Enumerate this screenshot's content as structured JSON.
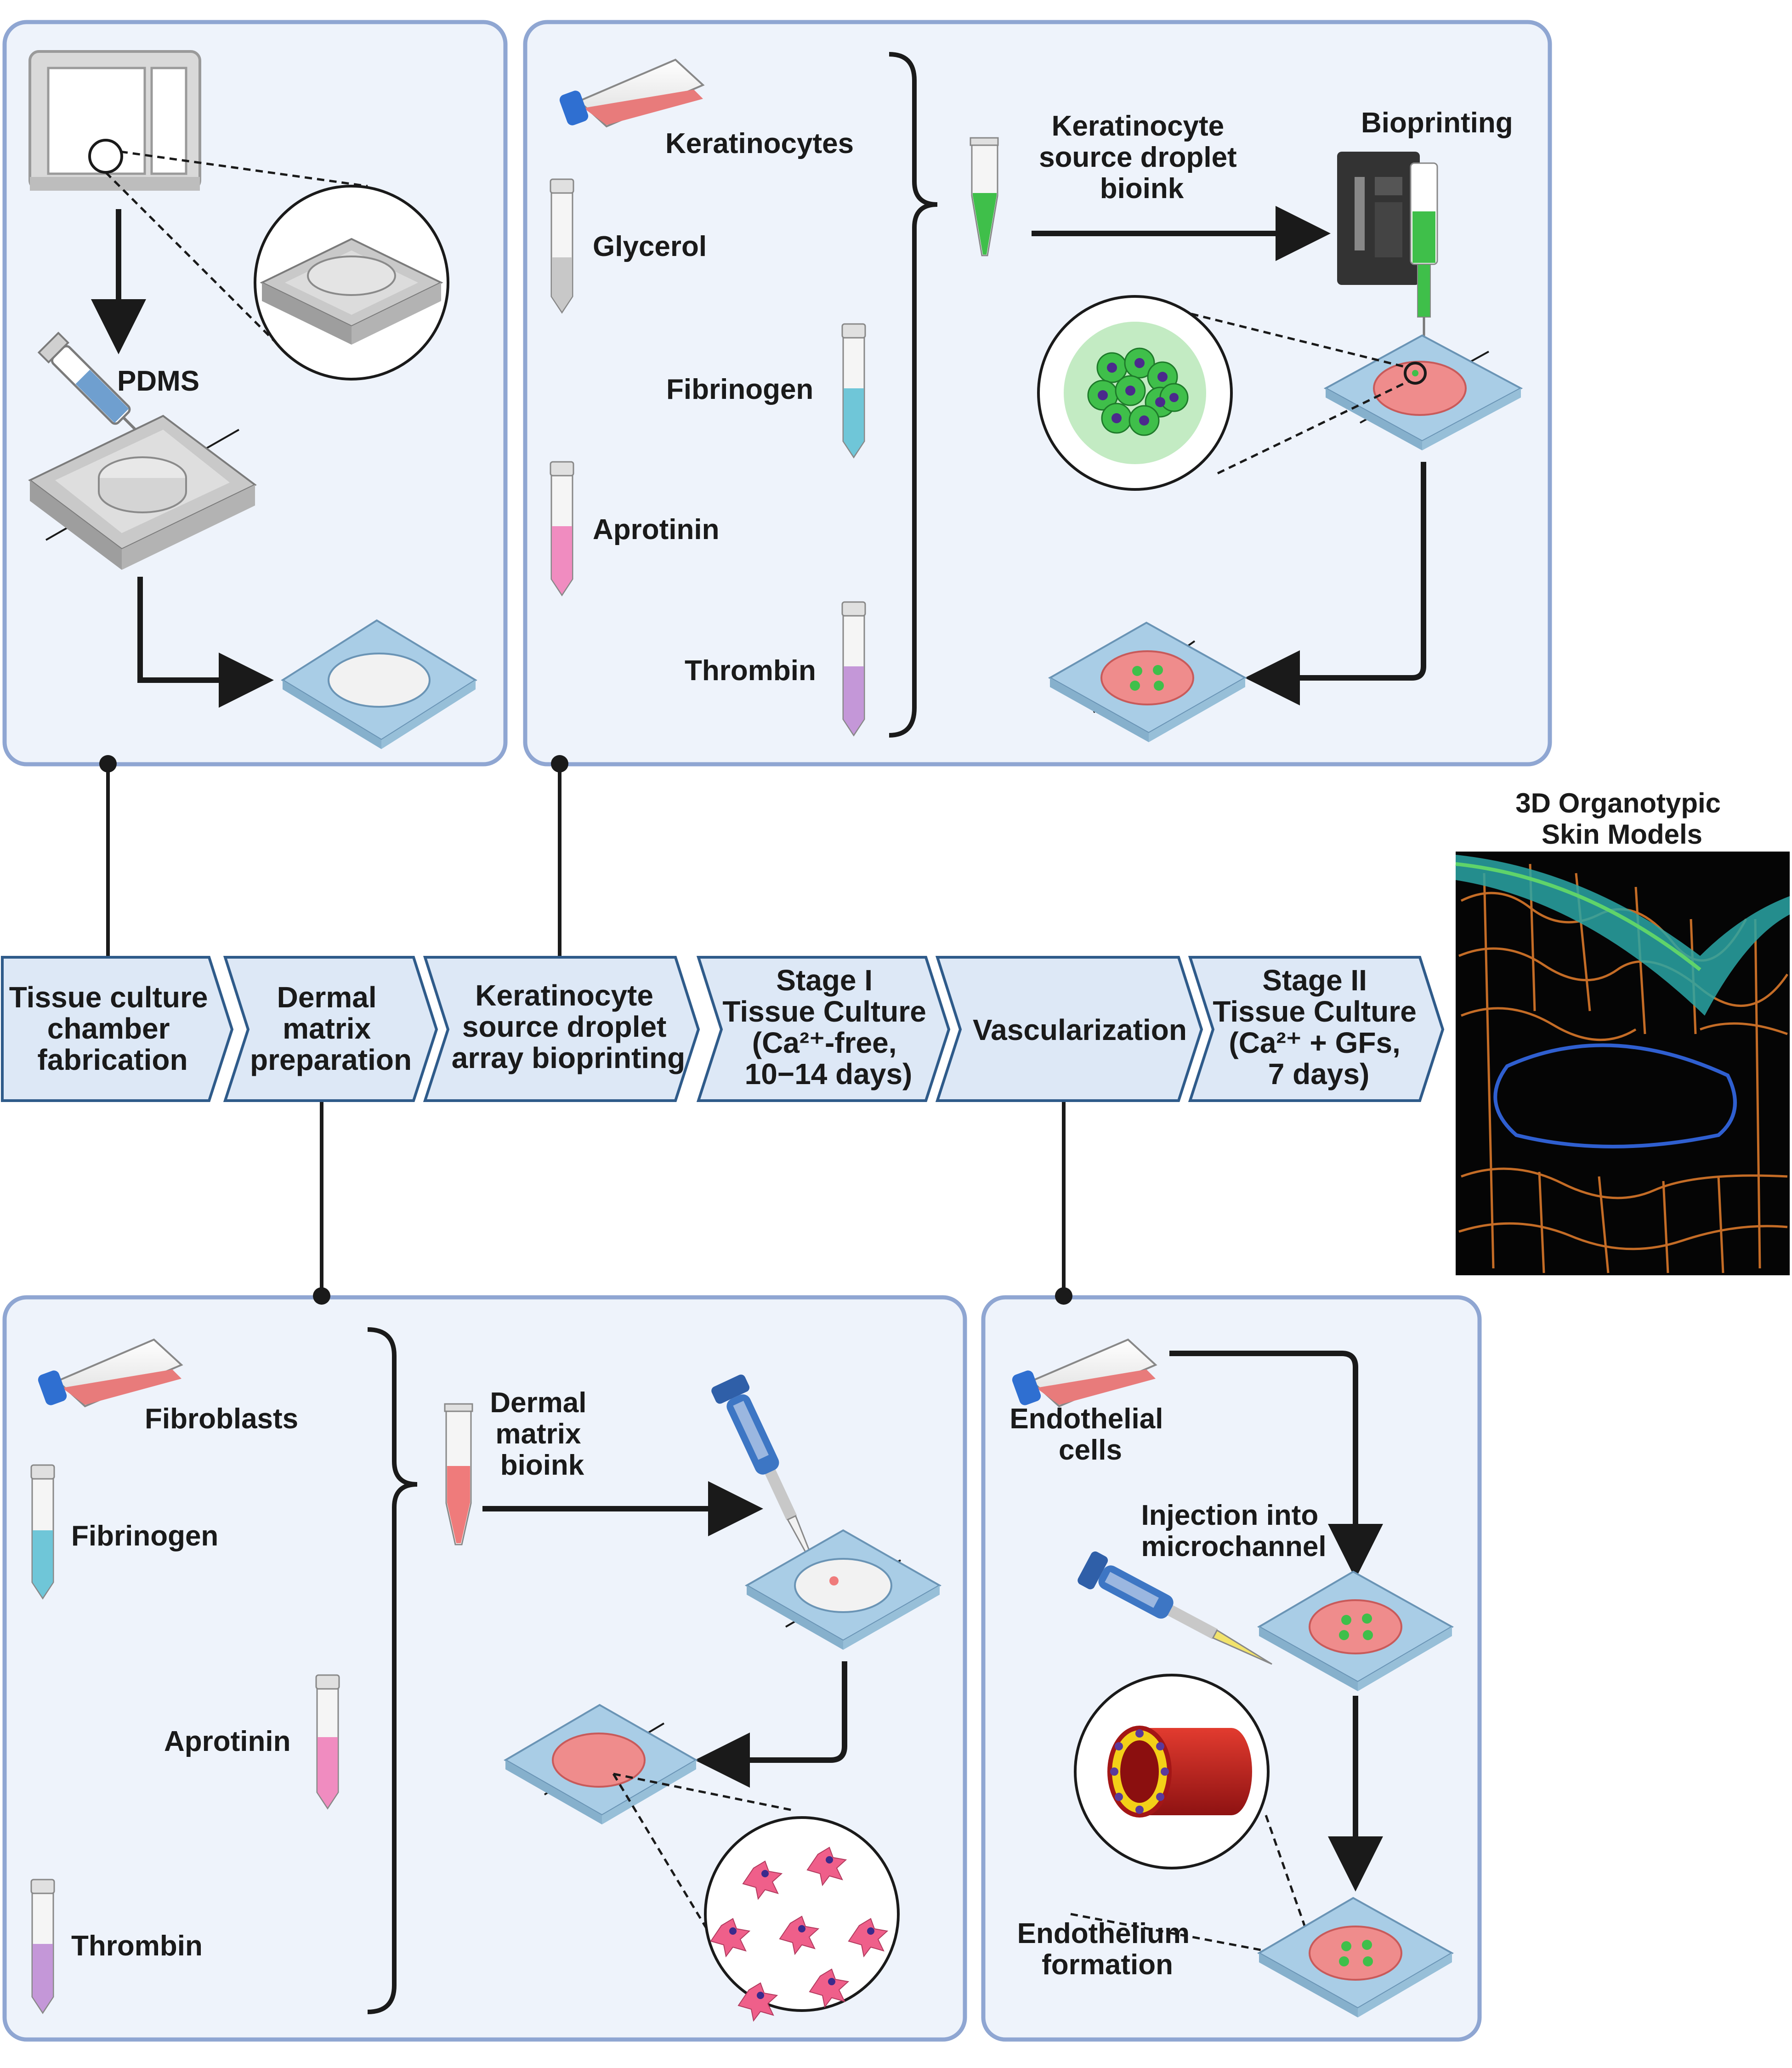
{
  "panels": {
    "chamber": {
      "pdms": "PDMS"
    },
    "keratinocyte": {
      "reagents": [
        "Keratinocytes",
        "Glycerol",
        "Fibrinogen",
        "Aprotinin",
        "Thrombin"
      ],
      "bioink_lines": [
        "Keratinocyte",
        "source droplet",
        "bioink"
      ],
      "bioprinting": "Bioprinting"
    },
    "dermal": {
      "reagents": [
        "Fibroblasts",
        "Fibrinogen",
        "Aprotinin",
        "Thrombin"
      ],
      "bioink_lines": [
        "Dermal",
        "matrix",
        "bioink"
      ]
    },
    "vascular": {
      "cells_lines": [
        "Endothelial",
        "cells"
      ],
      "injection_lines": [
        "Injection into",
        "microchannel"
      ],
      "endothelium_lines": [
        "Endothelium",
        "formation"
      ]
    }
  },
  "steps": [
    {
      "lines": [
        "Tissue culture",
        "chamber",
        "fabrication"
      ]
    },
    {
      "lines": [
        "Dermal",
        "matrix",
        "preparation"
      ]
    },
    {
      "lines": [
        "Keratinocyte",
        "source droplet",
        "array bioprinting"
      ]
    },
    {
      "lines": [
        "Stage I",
        "Tissue Culture",
        "(Ca²⁺-free,",
        "10−14 days)"
      ]
    },
    {
      "lines": [
        "Vascularization"
      ]
    },
    {
      "lines": [
        "Stage II",
        "Tissue Culture",
        "(Ca²⁺ + GFs,",
        "7 days)"
      ]
    }
  ],
  "result": {
    "title_lines": [
      "3D Organotypic",
      "Skin Models"
    ]
  },
  "colors": {
    "panel_fill": "#eef3fb",
    "panel_border": "#8fa6d2",
    "step_fill": "#dde8f6",
    "step_border": "#2f5b8a",
    "connector": "#1a1a1a",
    "dish_blue": "#a9cde6",
    "matrix_pink": "#e87b7b",
    "droplet_green": "#3fbf4a"
  }
}
